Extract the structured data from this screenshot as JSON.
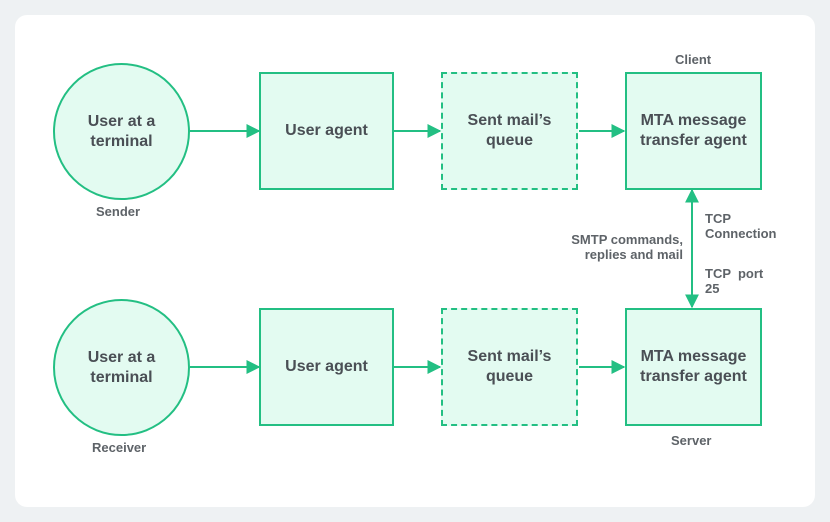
{
  "sender_row": {
    "user_terminal": "User at a terminal",
    "user_agent": "User agent",
    "queue": "Sent mail’s queue",
    "mta": "MTA message transfer agent",
    "role_label": "Sender",
    "mta_label": "Client"
  },
  "receiver_row": {
    "user_terminal": "User at a terminal",
    "user_agent": "User agent",
    "queue": "Sent mail’s queue",
    "mta": "MTA message transfer agent",
    "role_label": "Receiver",
    "mta_label": "Server"
  },
  "link": {
    "smtp_line1": "SMTP commands,",
    "smtp_line2": "replies and mail",
    "tcp_conn_line1": "TCP",
    "tcp_conn_line2": "Connection",
    "tcp_port_line1": "TCP  port",
    "tcp_port_line2": "25"
  },
  "colors": {
    "accent": "#23bf83",
    "fill": "#e3fbf1",
    "text": "#4a4f55"
  }
}
